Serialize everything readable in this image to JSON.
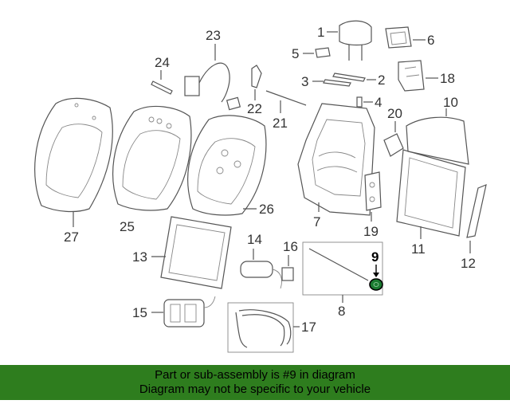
{
  "callouts": {
    "c1": "1",
    "c2": "2",
    "c3": "3",
    "c4": "4",
    "c5": "5",
    "c6": "6",
    "c7": "7",
    "c8": "8",
    "c9": "9",
    "c10": "10",
    "c11": "11",
    "c12": "12",
    "c13": "13",
    "c14": "14",
    "c15": "15",
    "c16": "16",
    "c17": "17",
    "c18": "18",
    "c19": "19",
    "c20": "20",
    "c21": "21",
    "c22": "22",
    "c23": "23",
    "c24": "24",
    "c25": "25",
    "c26": "26",
    "c27": "27"
  },
  "highlight_part": "9",
  "banner": {
    "line1": "Part or sub-assembly is #9 in diagram",
    "line2": "Diagram may not be specific to your vehicle"
  },
  "colors": {
    "banner_bg": "#2e7d1e",
    "line_art": "#555555",
    "highlight": "#1a7a30"
  }
}
